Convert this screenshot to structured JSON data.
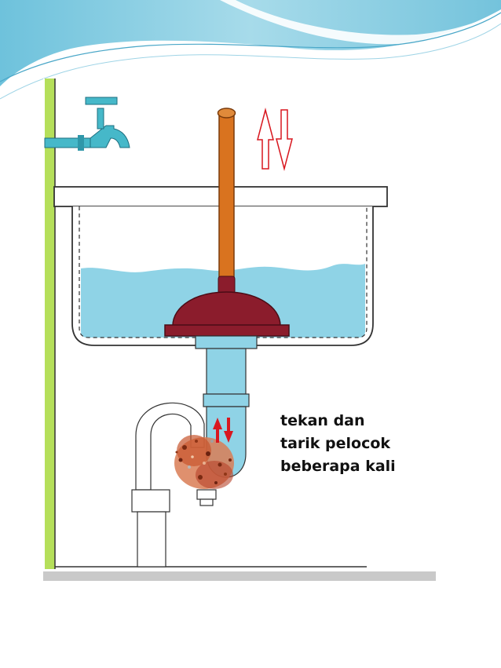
{
  "instruction": {
    "lines": [
      "tekan dan",
      "tarik pelocok",
      "beberapa kali"
    ]
  },
  "colors": {
    "water": "#8fd3e6",
    "plunger_cup": "#8b1c2c",
    "plunger_handle": "#d9731f",
    "arrow": "#d8171f",
    "wall_green": "#b5df5a",
    "tap": "#46b8c9",
    "clog": "#c8552e",
    "banner_light": "#bfe6f2",
    "banner_dark": "#57b1cf"
  }
}
